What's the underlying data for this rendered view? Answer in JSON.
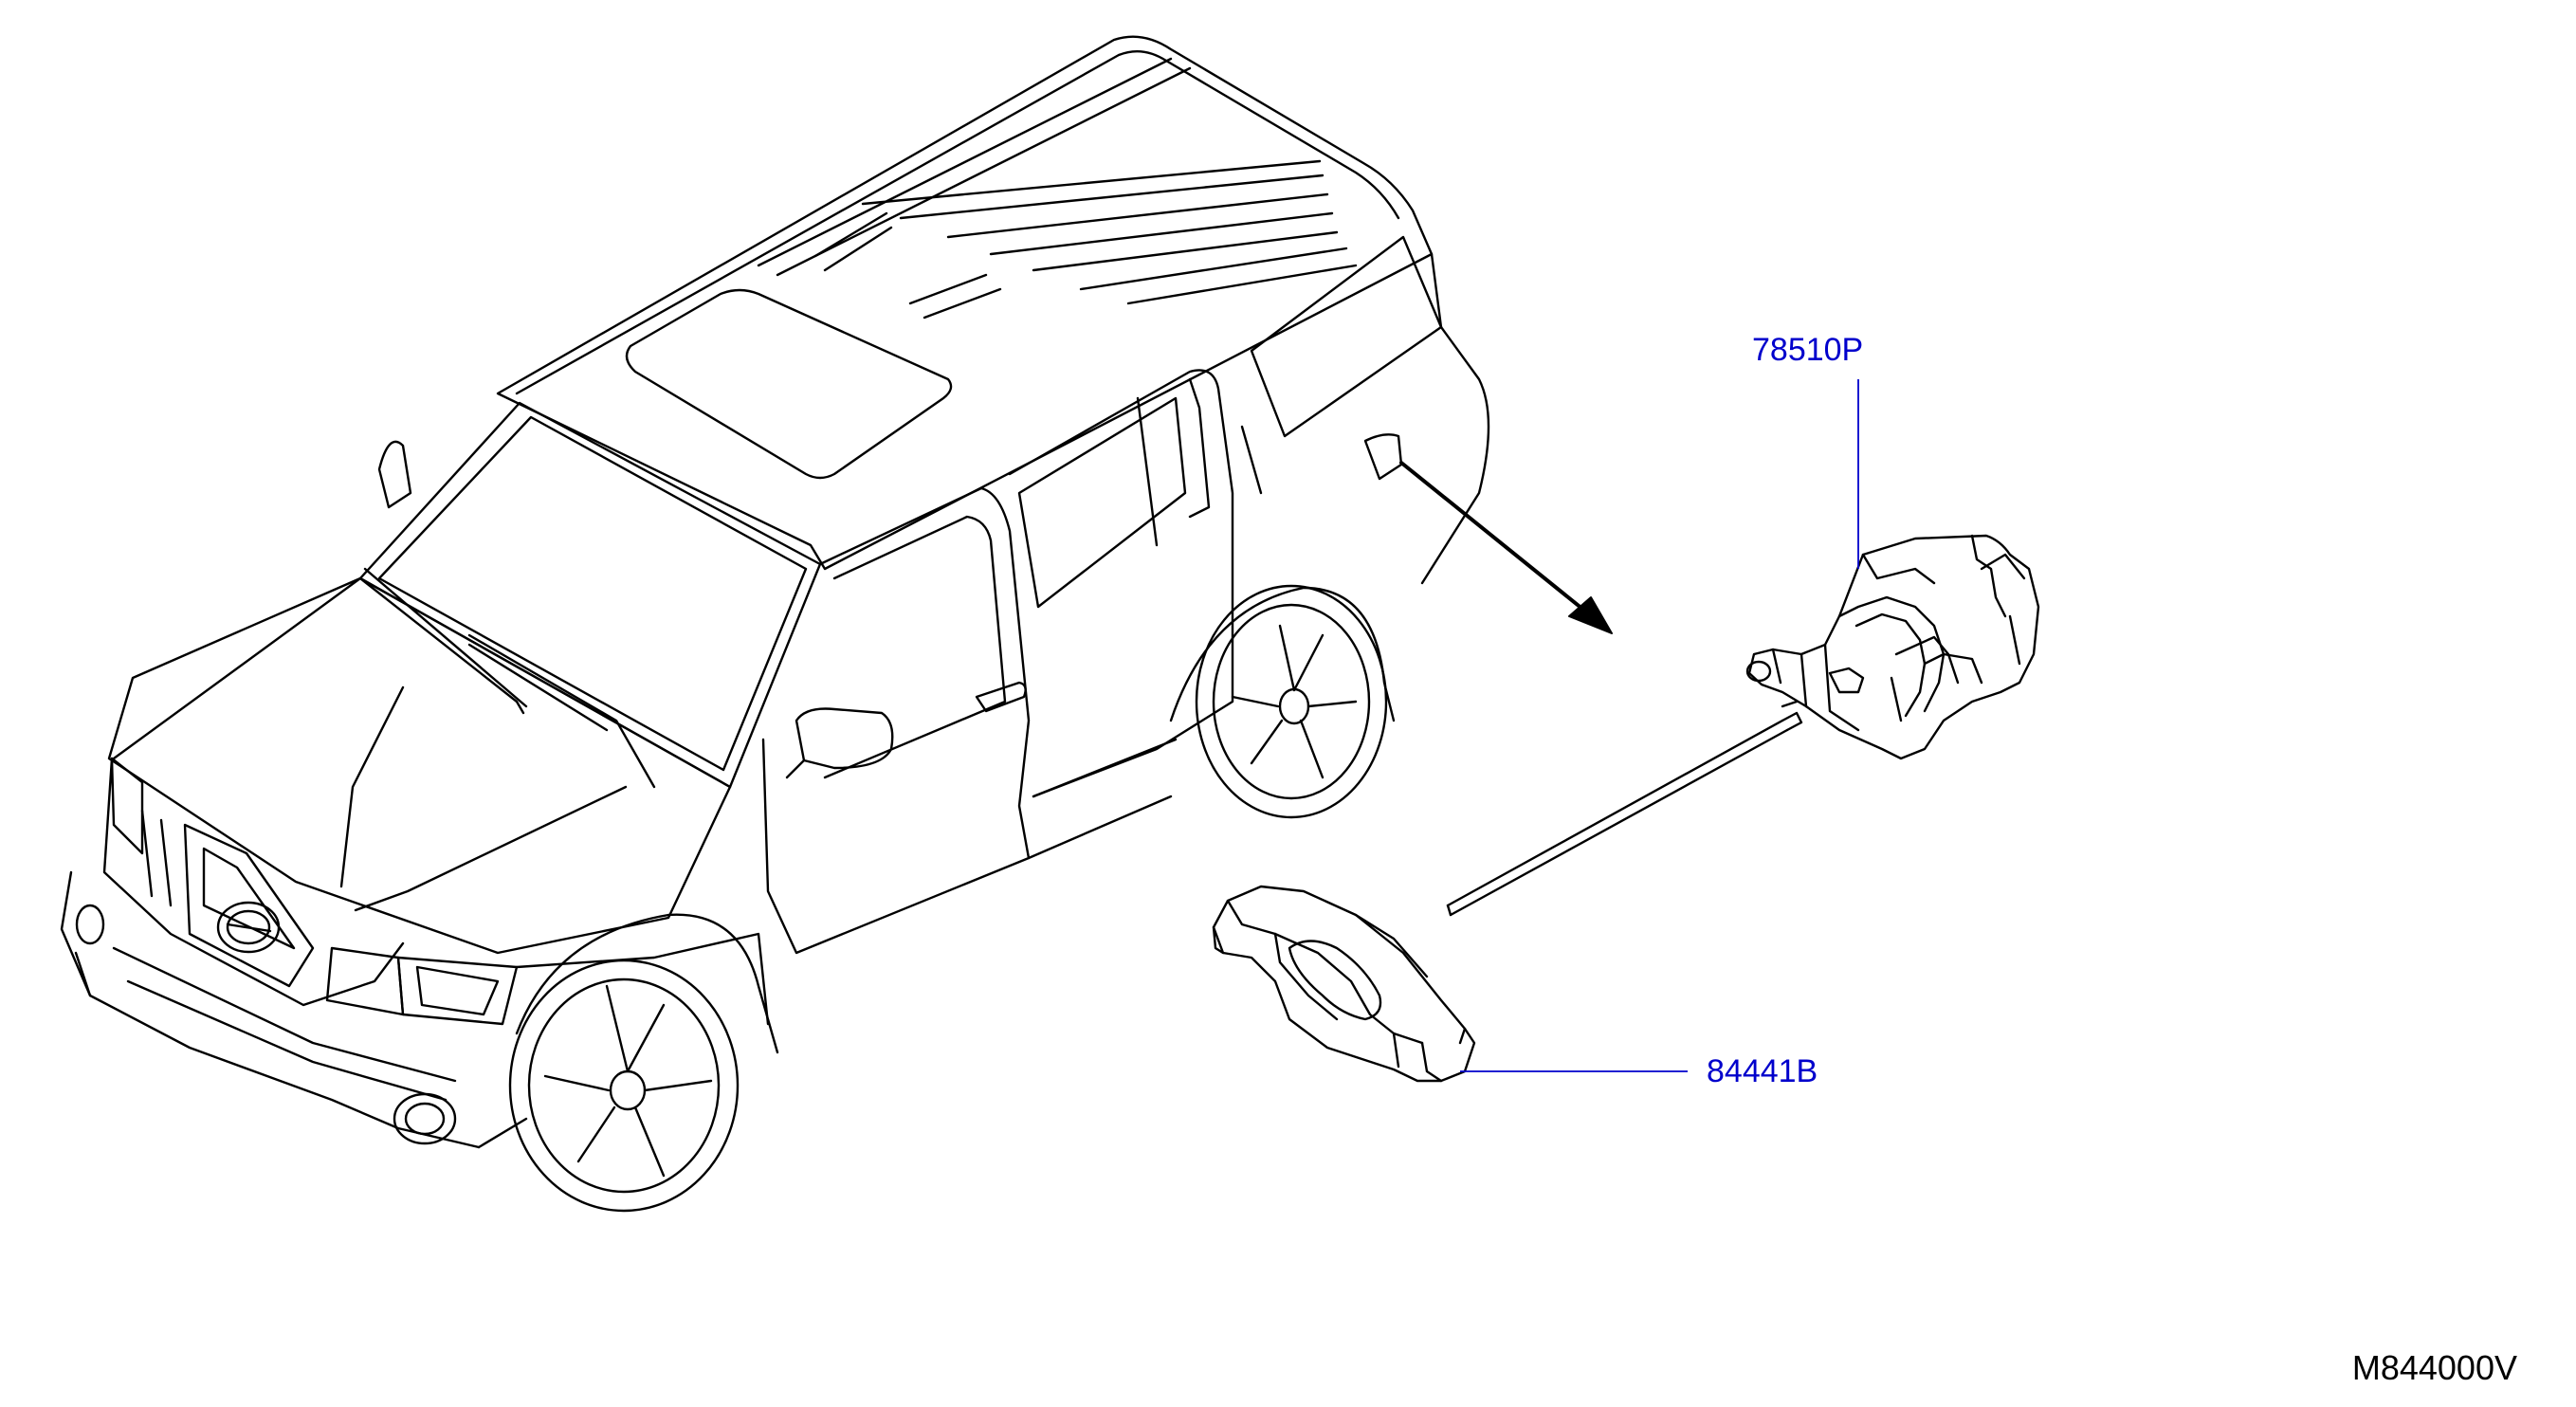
{
  "parts": [
    {
      "part_number": "78510P"
    },
    {
      "part_number": "84441B"
    }
  ],
  "diagram_code": "M844000V",
  "colors": {
    "line_art": "#000000",
    "callout": "#0000cc",
    "leader": "#0000cc",
    "background": "#ffffff"
  },
  "icons": [
    "suv-vehicle-illustration",
    "spare-tire-carrier-illustration",
    "tire-hoist-rod-illustration",
    "jack-bracket-illustration",
    "direction-arrow-icon"
  ]
}
